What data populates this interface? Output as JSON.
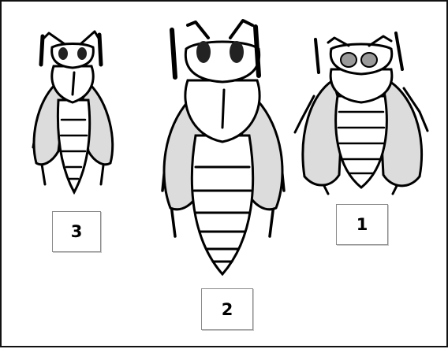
{
  "labels": {
    "bee_3": "3",
    "bee_2": "2",
    "bee_1": "1"
  },
  "colors": {
    "outline": "#000000",
    "wing_fill": "#dcdcdc",
    "eye_light": "#9a9a9a",
    "eye_dark": "#222222",
    "frame": "#111111",
    "label_border": "#8a8a8a"
  }
}
